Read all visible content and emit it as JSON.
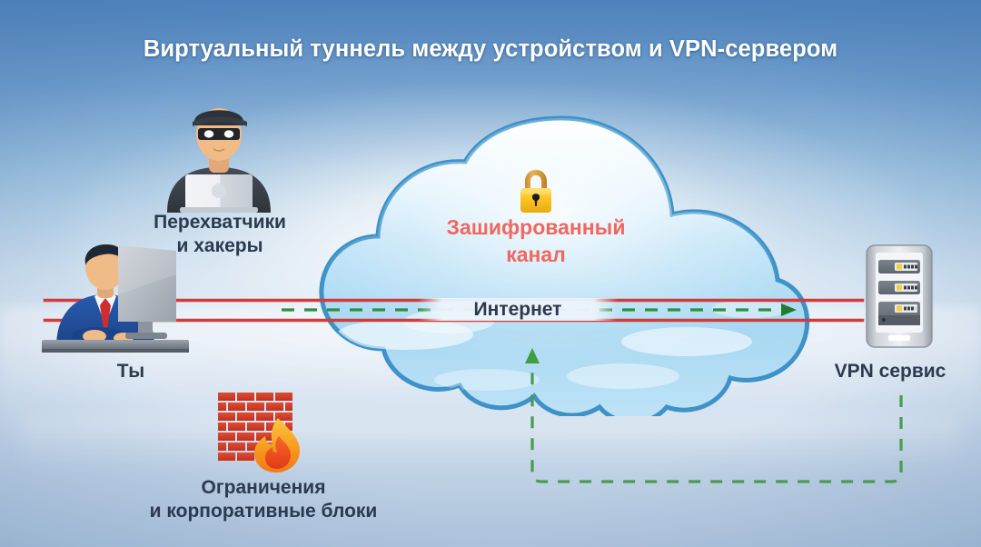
{
  "title": "Виртуальный туннель между устройством и VPN-сервером",
  "cloud": {
    "label_line1": "Зашифрованный",
    "label_line2": "канал",
    "label_color": "#f0675f",
    "lock_icon": "padlock-icon",
    "outline_color": "#3d92c8",
    "fill_color": "#bfe2f5"
  },
  "channel": {
    "internet_label": "Интернет",
    "red_line_color": "#d33b3b",
    "green_dash_color": "#2f8f3f"
  },
  "nodes": [
    {
      "id": "hacker",
      "icon": "hacker-with-laptop-icon",
      "caption_line1": "Перехватчики",
      "caption_line2": "и хакеры"
    },
    {
      "id": "user",
      "icon": "businessman-at-desktop-icon",
      "caption_line1": "Ты",
      "caption_line2": ""
    },
    {
      "id": "server",
      "icon": "server-rack-icon",
      "caption_line1": "VPN сервис",
      "caption_line2": ""
    },
    {
      "id": "firewall",
      "icon": "brick-wall-with-flame-icon",
      "caption_line1": "Ограничения",
      "caption_line2": "и корпоративные блоки"
    }
  ],
  "colors": {
    "title_text": "#ffffff",
    "caption_text": "#2b3a4e",
    "background_top": "#4f82bc",
    "background_bottom": "#b3c8de",
    "brick": "#d33f2e",
    "flame": "#f59b1f",
    "suit": "#1f4e99",
    "tie": "#cf2e2e"
  }
}
